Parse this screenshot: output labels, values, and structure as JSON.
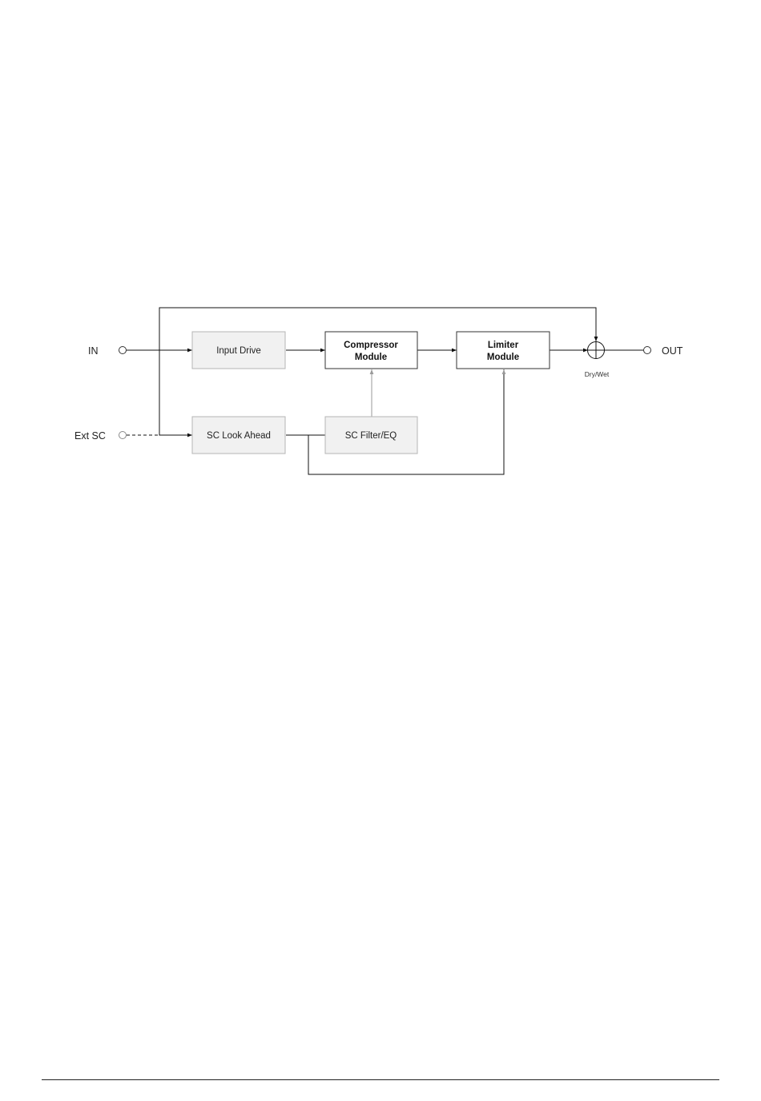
{
  "ports": {
    "in": "IN",
    "ext_sc": "Ext SC",
    "out": "OUT"
  },
  "blocks": {
    "input_drive": "Input Drive",
    "compressor_line1": "Compressor",
    "compressor_line2": "Module",
    "limiter_line1": "Limiter",
    "limiter_line2": "Module",
    "sc_look_ahead": "SC Look Ahead",
    "sc_filter_eq": "SC Filter/EQ"
  },
  "mixer": {
    "label": "Dry/Wet"
  }
}
